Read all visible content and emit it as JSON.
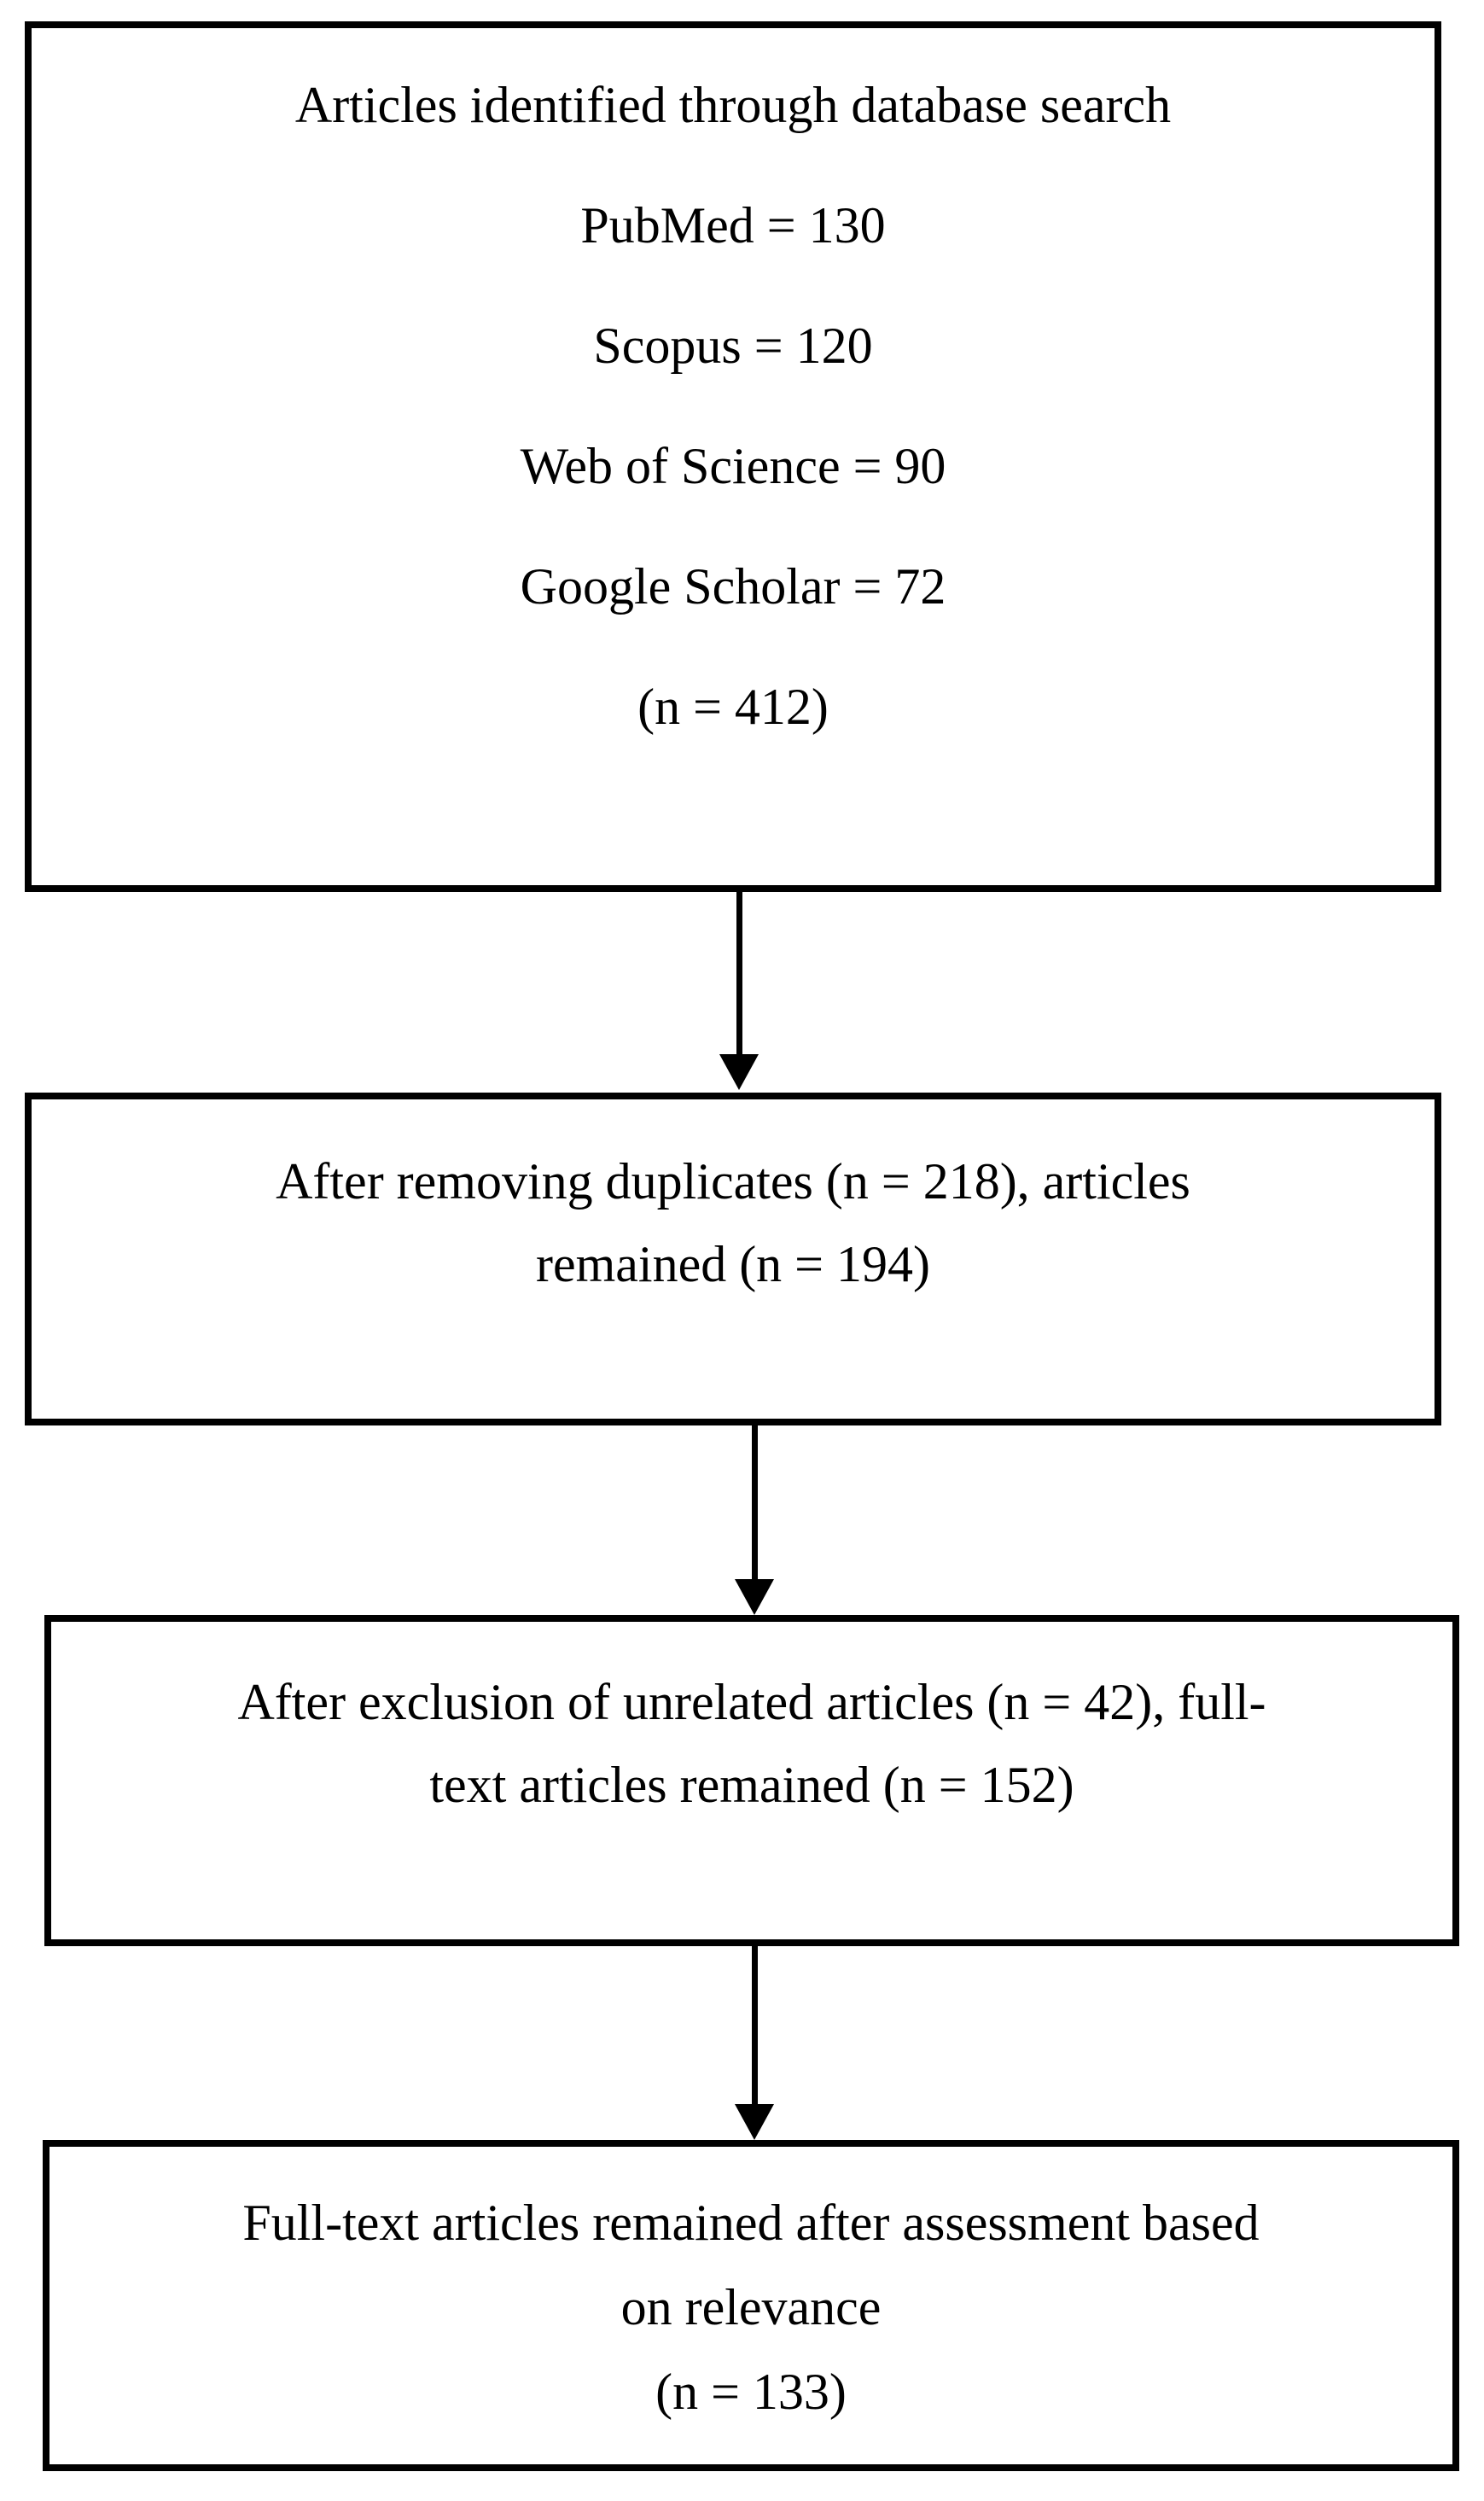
{
  "figure": {
    "type": "flowchart",
    "background_color": "#ffffff",
    "border_color": "#000000",
    "text_color": "#000000"
  },
  "boxes": [
    {
      "name": "identification",
      "lines": [
        "Articles identified through database search",
        "PubMed = 130",
        "Scopus = 120",
        "Web of Science = 90",
        "Google Scholar = 72",
        "(n = 412)"
      ]
    },
    {
      "name": "duplicates-removed",
      "lines": [
        "After removing duplicates (n = 218), articles",
        "remained (n = 194)"
      ]
    },
    {
      "name": "unrelated-excluded",
      "lines": [
        "After exclusion of unrelated articles (n = 42), full-",
        "text articles remained (n = 152)"
      ]
    },
    {
      "name": "relevance-assessment",
      "lines": [
        "Full-text articles remained after assessment based",
        "on relevance",
        "(n = 133)"
      ]
    }
  ],
  "arrows": [
    {
      "name": "arrow-identification-to-duplicates",
      "direction": "down"
    },
    {
      "name": "arrow-duplicates-to-exclusion",
      "direction": "down"
    },
    {
      "name": "arrow-exclusion-to-relevance",
      "direction": "down"
    }
  ]
}
